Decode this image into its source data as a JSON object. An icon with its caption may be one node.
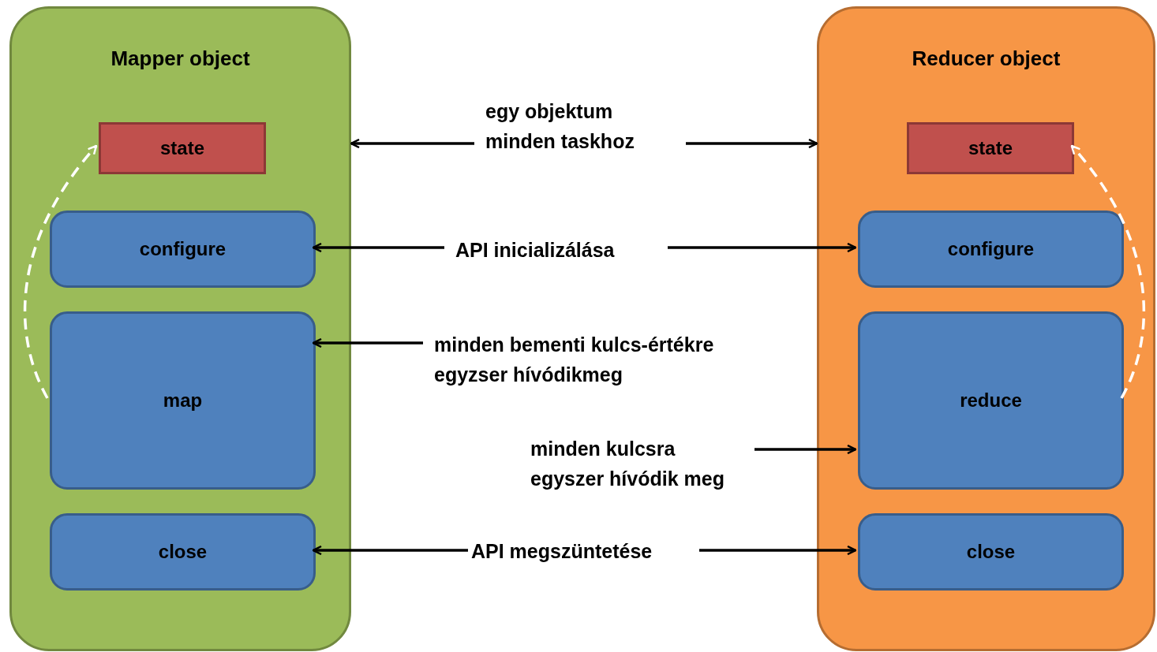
{
  "diagram": {
    "nodes": [
      {
        "text": [
          "Mapper object"
        ]
      },
      {
        "text": [
          "state"
        ],
        "in": 0
      },
      {
        "text": [
          "configure"
        ],
        "in": 0
      },
      {
        "text": [
          "map"
        ],
        "in": 0
      },
      {
        "text": [
          "close"
        ],
        "in": 0
      },
      {
        "text": [
          "Reducer object"
        ]
      },
      {
        "text": [
          "state"
        ],
        "in": 5
      },
      {
        "text": [
          "configure"
        ],
        "in": 5
      },
      {
        "text": [
          "reduce"
        ],
        "in": 5
      },
      {
        "text": [
          "close"
        ],
        "in": 5
      },
      {
        "text": [
          "egy objektum minden taskhoz"
        ]
      },
      {
        "text": [
          "API inicializálása"
        ]
      },
      {
        "text": [
          "minden bementi kulcs-értékre egyzser hívódikmeg"
        ]
      },
      {
        "text": [
          "minden kulcsra egyszer hívódik meg"
        ]
      },
      {
        "text": [
          "API megszüntetése"
        ]
      }
    ],
    "edges": [
      {
        "from": 10,
        "to": 0,
        "arrow": "to"
      },
      {
        "from": 10,
        "to": 5,
        "arrow": "to"
      },
      {
        "from": 11,
        "to": 2,
        "arrow": "to"
      },
      {
        "from": 11,
        "to": 7,
        "arrow": "to"
      },
      {
        "from": 12,
        "to": 3,
        "arrow": "to"
      },
      {
        "from": 13,
        "to": 8,
        "arrow": "to"
      },
      {
        "from": 14,
        "to": 4,
        "arrow": "to"
      },
      {
        "from": 14,
        "to": 9,
        "arrow": "to"
      },
      {
        "from": 3,
        "to": 1,
        "arrow": "to",
        "style": "dashed",
        "color": "#ffffff"
      },
      {
        "from": 8,
        "to": 6,
        "arrow": "to",
        "style": "dashed",
        "color": "#ffffff"
      }
    ]
  }
}
